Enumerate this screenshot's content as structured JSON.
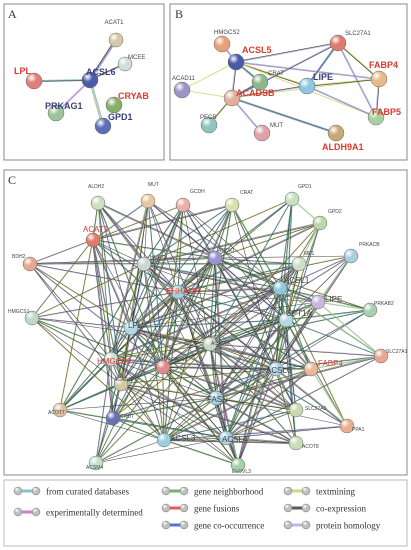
{
  "panels": {
    "A": {
      "letter": "A",
      "nodes": [
        {
          "id": "ACAT1",
          "label": "ACAT1",
          "color": "#d9c8a8",
          "red": false,
          "strong": false
        },
        {
          "id": "MCEE",
          "label": "MCEE",
          "color": "#cfe0d8",
          "red": false,
          "strong": false
        },
        {
          "id": "LPL",
          "label": "LPL",
          "color": "#e07f7a",
          "red": true,
          "strong": true
        },
        {
          "id": "ACSL6",
          "label": "ACSL6",
          "color": "#4a5da8",
          "red": false,
          "strong": true
        },
        {
          "id": "CRYAB",
          "label": "CRYAB",
          "color": "#86b06a",
          "red": true,
          "strong": true
        },
        {
          "id": "PRKAG1",
          "label": "PRKAG1",
          "color": "#9cc49a",
          "red": false,
          "strong": true
        },
        {
          "id": "GPD1",
          "label": "GPD1",
          "color": "#5a6fb5",
          "red": false,
          "strong": true
        }
      ],
      "edges": [
        [
          "ACAT1",
          "ACSL6"
        ],
        [
          "MCEE",
          "ACSL6"
        ],
        [
          "LPL",
          "ACSL6"
        ],
        [
          "ACSL6",
          "PRKAG1"
        ],
        [
          "ACSL6",
          "GPD1"
        ]
      ]
    },
    "B": {
      "letter": "B",
      "nodes": [
        {
          "id": "HMGCS2",
          "label": "HMGCS2",
          "color": "#e8a17a",
          "red": false,
          "strong": false
        },
        {
          "id": "ACSL5",
          "label": "ACSL5",
          "color": "#4a5aa5",
          "red": true,
          "strong": true
        },
        {
          "id": "SLC27A1",
          "label": "SLC27A1",
          "color": "#e07a6e",
          "red": false,
          "strong": false
        },
        {
          "id": "ACAD11",
          "label": "ACAD11",
          "color": "#9a94c8",
          "red": false,
          "strong": false
        },
        {
          "id": "CRAT",
          "label": "CRAT",
          "color": "#8cb88c",
          "red": false,
          "strong": false
        },
        {
          "id": "LIPE",
          "label": "LIPE",
          "color": "#8fc7e0",
          "red": false,
          "strong": true
        },
        {
          "id": "FABP4",
          "label": "FABP4",
          "color": "#e6b88a",
          "red": true,
          "strong": true
        },
        {
          "id": "ACADSB",
          "label": "ACADSB",
          "color": "#e0b09a",
          "red": true,
          "strong": true
        },
        {
          "id": "PECR",
          "label": "PECR",
          "color": "#8fc4c0",
          "red": false,
          "strong": false
        },
        {
          "id": "MUT",
          "label": "MUT",
          "color": "#e0a0a8",
          "red": false,
          "strong": false
        },
        {
          "id": "FABP5",
          "label": "FABP5",
          "color": "#a8d0a0",
          "red": true,
          "strong": true
        },
        {
          "id": "ALDH9A1",
          "label": "ALDH9A1",
          "color": "#c9a878",
          "red": true,
          "strong": true
        }
      ],
      "edges": [
        [
          "HMGCS2",
          "ACSL5"
        ],
        [
          "ACSL5",
          "SLC27A1"
        ],
        [
          "ACSL5",
          "ACAD11"
        ],
        [
          "ACSL5",
          "CRAT"
        ],
        [
          "ACSL5",
          "LIPE"
        ],
        [
          "ACSL5",
          "FABP4"
        ],
        [
          "ACSL5",
          "ACADSB"
        ],
        [
          "ACSL5",
          "FABP5"
        ],
        [
          "SLC27A1",
          "LIPE"
        ],
        [
          "SLC27A1",
          "FABP4"
        ],
        [
          "SLC27A1",
          "FABP5"
        ],
        [
          "SLC27A1",
          "ACADSB"
        ],
        [
          "ACAD11",
          "ACADSB"
        ],
        [
          "CRAT",
          "ACADSB"
        ],
        [
          "ACADSB",
          "PECR"
        ],
        [
          "ACADSB",
          "MUT"
        ],
        [
          "ACADSB",
          "LIPE"
        ],
        [
          "ACADSB",
          "FABP4"
        ],
        [
          "ACADSB",
          "ALDH9A1"
        ],
        [
          "LIPE",
          "FABP4"
        ],
        [
          "LIPE",
          "FABP5"
        ],
        [
          "FABP4",
          "FABP5"
        ]
      ]
    },
    "C": {
      "letter": "C",
      "nodes": [
        {
          "id": "ALDH2",
          "label": "ALDH2",
          "color": "#cfe0c0",
          "red": false,
          "strong": false
        },
        {
          "id": "MUT",
          "label": "MUT",
          "color": "#e8c8a0",
          "red": false,
          "strong": false
        },
        {
          "id": "GCDH",
          "label": "GCDH",
          "color": "#e8b0a8",
          "red": false,
          "strong": false
        },
        {
          "id": "CRAT",
          "label": "CRAT",
          "color": "#d8e0b0",
          "red": false,
          "strong": false
        },
        {
          "id": "GPD1",
          "label": "GPD1",
          "color": "#c8e0c0",
          "red": false,
          "strong": false
        },
        {
          "id": "GPD2",
          "label": "GPD2",
          "color": "#b8d8a8",
          "red": false,
          "strong": false
        },
        {
          "id": "ACAT1",
          "label": "ACAT1",
          "color": "#e07a6e",
          "red": true,
          "strong": false
        },
        {
          "id": "BDH2",
          "label": "BDH2",
          "color": "#e8a890",
          "red": false,
          "strong": false
        },
        {
          "id": "HMGCL",
          "label": "HMGCL",
          "color": "#c8d8d0",
          "red": false,
          "strong": false
        },
        {
          "id": "ACOX1",
          "label": "ACOX1",
          "color": "#9a94d0",
          "red": false,
          "strong": false
        },
        {
          "id": "ME1",
          "label": "ME1",
          "color": "#d0e0c8",
          "red": false,
          "strong": false
        },
        {
          "id": "PRKACB",
          "label": "PRKACB",
          "color": "#a8d0e0",
          "red": false,
          "strong": false
        },
        {
          "id": "EHHADH",
          "label": "EHHADH",
          "color": "#a0d0d8",
          "red": true,
          "strong": false
        },
        {
          "id": "ACSL1",
          "label": "ACSL1",
          "color": "#90c8e0",
          "red": false,
          "strong": false
        },
        {
          "id": "HMGCS1",
          "label": "HMGCS1",
          "color": "#c0d8c8",
          "red": false,
          "strong": false
        },
        {
          "id": "LIPE",
          "label": "LIPE",
          "color": "#c8b8e0",
          "red": false,
          "strong": false
        },
        {
          "id": "PRKAB2",
          "label": "PRKAB2",
          "color": "#a8d0b0",
          "red": false,
          "strong": false
        },
        {
          "id": "LPL",
          "label": "LPL",
          "color": "#b0d8e8",
          "red": false,
          "strong": false
        },
        {
          "id": "CPT1A",
          "label": "CPT1A",
          "color": "#b8d8e0",
          "red": false,
          "strong": false
        },
        {
          "id": "HMGCS2",
          "label": "HMGCS2",
          "color": "#c8e0d0",
          "red": true,
          "strong": false
        },
        {
          "id": "ACAD10",
          "label": "ACAD10",
          "color": "#e08a8a",
          "red": false,
          "strong": false
        },
        {
          "id": "ACADM",
          "label": "ACADM",
          "color": "#c8d8c8",
          "red": false,
          "strong": false
        },
        {
          "id": "ACSL6",
          "label": "ACSL6",
          "color": "#a8d0e8",
          "red": false,
          "strong": false
        },
        {
          "id": "FABP4",
          "label": "FABP4",
          "color": "#e8b898",
          "red": true,
          "strong": false
        },
        {
          "id": "SLC27A1",
          "label": "SLC27A1",
          "color": "#e8a890",
          "red": false,
          "strong": false
        },
        {
          "id": "ACAD11",
          "label": "ACAD11",
          "color": "#d0c8a0",
          "red": false,
          "strong": false
        },
        {
          "id": "FASN",
          "label": "FASN",
          "color": "#a8d0e0",
          "red": false,
          "strong": false
        },
        {
          "id": "ACOT7",
          "label": "ACOT7",
          "color": "#e0c0a0",
          "red": false,
          "strong": false
        },
        {
          "id": "CROT",
          "label": "CROT",
          "color": "#6a70b8",
          "red": false,
          "strong": false
        },
        {
          "id": "SLC27A3",
          "label": "SLC27A3",
          "color": "#c8d8b0",
          "red": false,
          "strong": false
        },
        {
          "id": "ACSL3",
          "label": "ACSL3",
          "color": "#98d0e0",
          "red": false,
          "strong": false
        },
        {
          "id": "ACSL4",
          "label": "ACSL4",
          "color": "#a8d0e0",
          "red": false,
          "strong": false
        },
        {
          "id": "ACOT8",
          "label": "ACOT8",
          "color": "#c8e0b8",
          "red": false,
          "strong": false
        },
        {
          "id": "PPA1",
          "label": "PPA1",
          "color": "#e8b090",
          "red": false,
          "strong": false
        },
        {
          "id": "ACSM4",
          "label": "ACSM4",
          "color": "#c8e0c8",
          "red": false,
          "strong": false
        },
        {
          "id": "ELOVL3",
          "label": "ELOVL3",
          "color": "#a8d0a8",
          "red": false,
          "strong": false
        }
      ]
    }
  },
  "legend": {
    "items": [
      {
        "label": "from curated databases",
        "c1": "#5fb8c8",
        "c2": "#5fb8c8",
        "kind": "line"
      },
      {
        "label": "gene neighborhood",
        "c1": "#4ca04c",
        "c2": "#4ca04c",
        "kind": "line"
      },
      {
        "label": "textmining",
        "c1": "#c8d050",
        "c2": "#c8d050",
        "kind": "line"
      },
      {
        "label": "experimentally determined",
        "c1": "#c060b8",
        "c2": "#c060b8",
        "kind": "line"
      },
      {
        "label": "gene fusions",
        "c1": "#e03030",
        "c2": "#e03030",
        "kind": "line"
      },
      {
        "label": "co-expression",
        "c1": "#303030",
        "c2": "#303030",
        "kind": "line"
      },
      {
        "label": "gene co-occurrence",
        "c1": "#3050c8",
        "c2": "#3050c8",
        "kind": "line"
      },
      {
        "label": "protein homology",
        "c1": "#a8a8e0",
        "c2": "#a8a8e0",
        "kind": "line"
      }
    ]
  }
}
